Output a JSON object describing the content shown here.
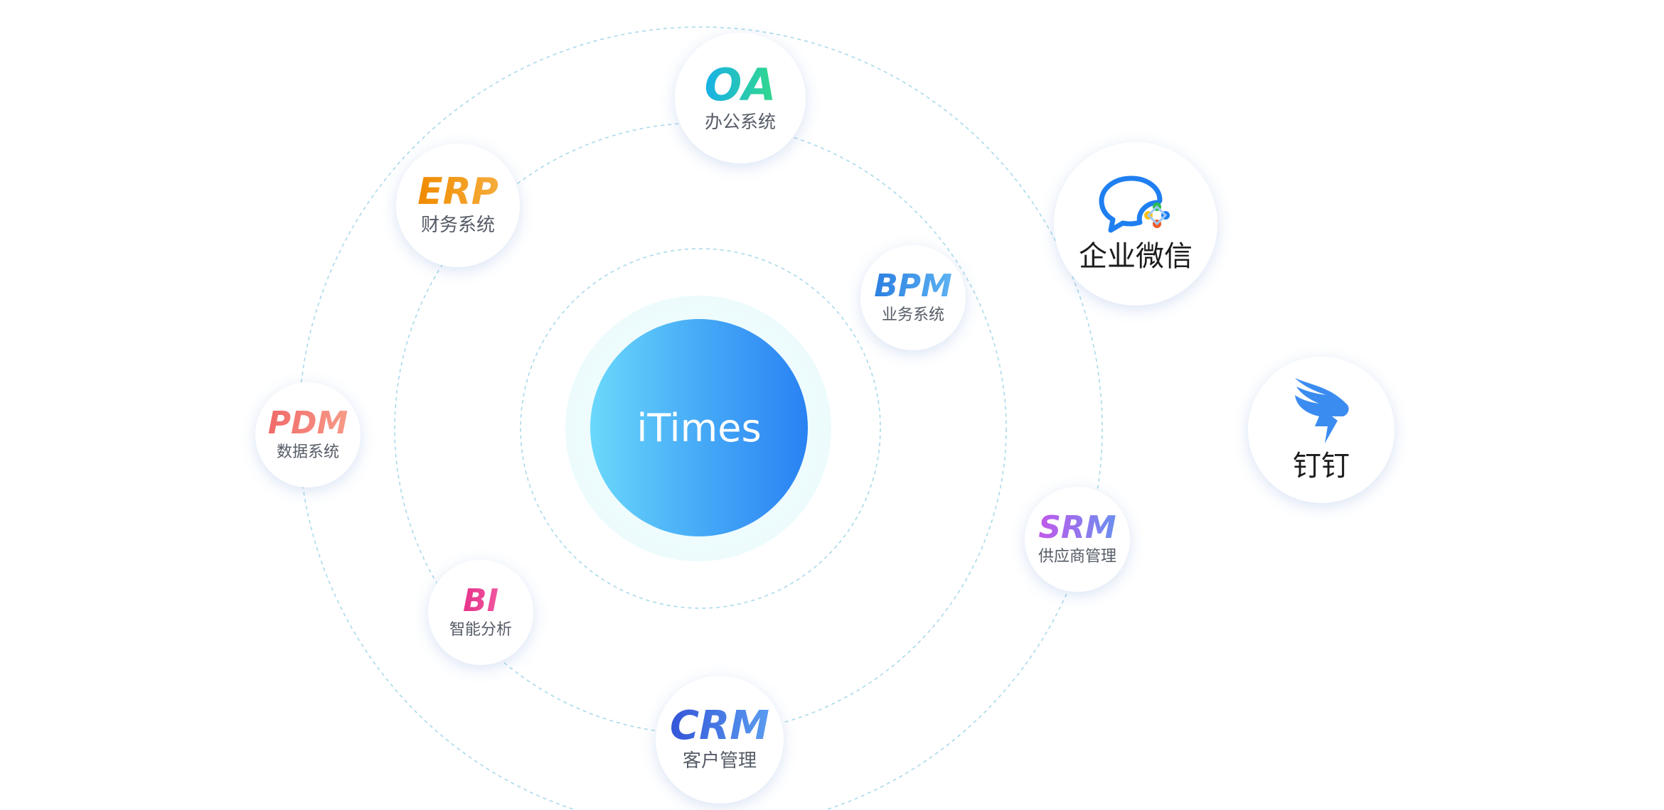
{
  "hub": {
    "label": "iTimes"
  },
  "systems": [
    {
      "id": "oa",
      "abbr": "OA",
      "label": "办公系统",
      "gradient": [
        "#18b0e8",
        "#33d98a"
      ]
    },
    {
      "id": "erp",
      "abbr": "ERP",
      "label": "财务系统",
      "gradient": [
        "#f08a00",
        "#f5ad3c"
      ]
    },
    {
      "id": "bpm",
      "abbr": "BPM",
      "label": "业务系统",
      "gradient": [
        "#2b7fe0",
        "#5cb2f2"
      ]
    },
    {
      "id": "pdm",
      "abbr": "PDM",
      "label": "数据系统",
      "gradient": [
        "#f06a6a",
        "#f79a86"
      ]
    },
    {
      "id": "srm",
      "abbr": "SRM",
      "label": "供应商管理",
      "gradient": [
        "#c258ea",
        "#6a8ff0"
      ]
    },
    {
      "id": "bi",
      "abbr": "BI",
      "label": "智能分析",
      "gradient": [
        "#e6348a",
        "#f0569f"
      ]
    },
    {
      "id": "crm",
      "abbr": "CRM",
      "label": "客户管理",
      "gradient": [
        "#3455d8",
        "#5a9cf0"
      ]
    }
  ],
  "platforms": [
    {
      "id": "wecom",
      "label": "企业微信",
      "icon": "wecom-chat-icon"
    },
    {
      "id": "dingtalk",
      "label": "钉钉",
      "icon": "dingtalk-icon"
    }
  ],
  "colors": {
    "orbit_line": "#a9d9ea",
    "hub_gradient": [
      "#6ad8fb",
      "#2a82f3"
    ],
    "halo": "#eefcfd",
    "subtitle": "#555b66",
    "wecom_blue": "#1f7ff0",
    "dingtalk_blue": "#3b8cf0"
  }
}
